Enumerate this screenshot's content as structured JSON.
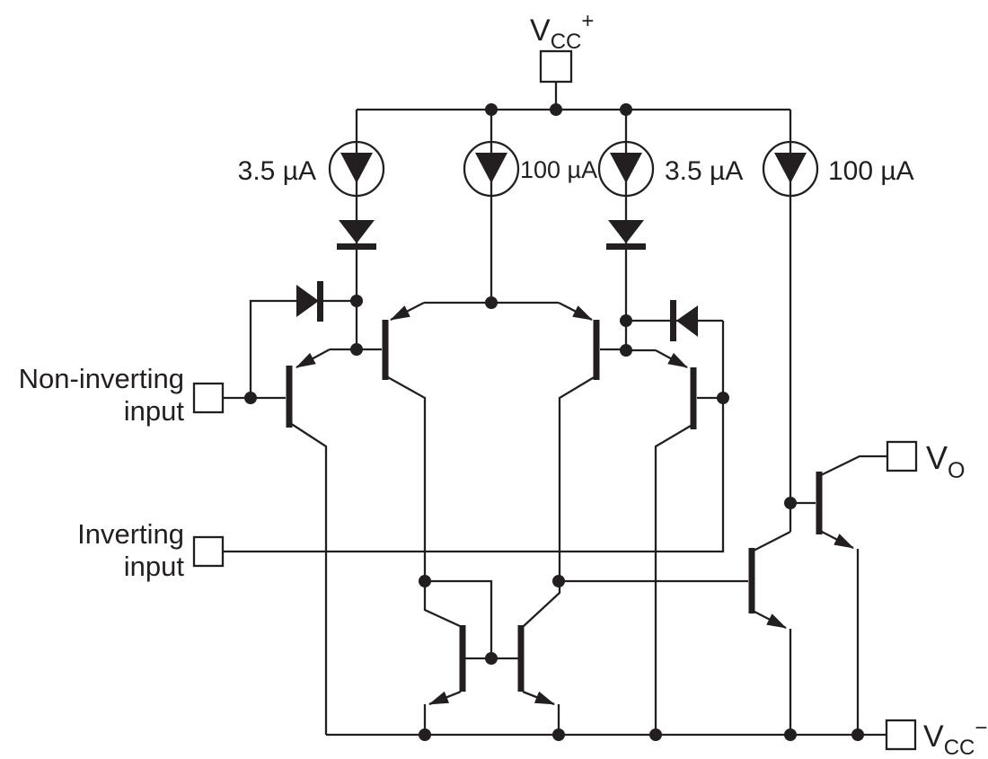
{
  "colors": {
    "ink": "#231f20",
    "background": "#ffffff"
  },
  "terminals": {
    "vcc_plus": {
      "base": "V",
      "sub": "CC",
      "sup": "+"
    },
    "vcc_minus": {
      "base": "V",
      "sub": "CC",
      "sup": "−"
    },
    "output": {
      "base": "V",
      "sub": "O"
    },
    "noninverting_input": {
      "line1": "Non-inverting",
      "line2": "input"
    },
    "inverting_input": {
      "line1": "Inverting",
      "line2": "input"
    }
  },
  "current_sources": [
    {
      "id": "left-input-bias",
      "label": "3.5 µA"
    },
    {
      "id": "input-stage-tail",
      "label": "100 µA"
    },
    {
      "id": "right-input-bias",
      "label": "3.5 µA"
    },
    {
      "id": "output-stage-bias",
      "label": "100 µA"
    }
  ]
}
